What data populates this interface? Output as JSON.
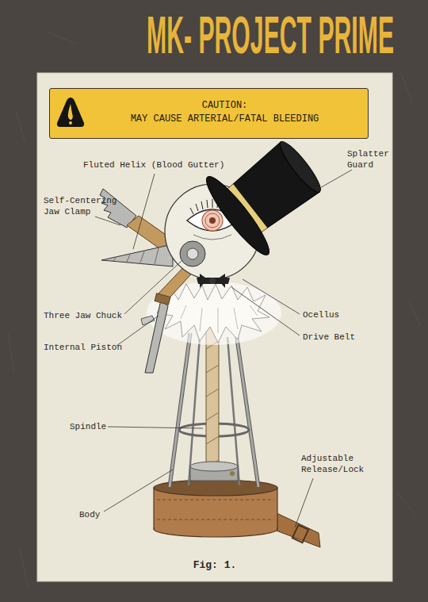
{
  "diagram": {
    "title": "MK- PROJECT PRIME",
    "caption": "Fig: 1.",
    "nodes": [
      {
        "text": [
          "CAUTION:",
          "MAY CAUSE ARTERIAL/FATAL BLEEDING"
        ]
      }
    ],
    "labels": [
      "Fluted Helix (Blood Gutter)",
      "Splatter Guard",
      "Self-Centering Jaw Clamp",
      "Three Jaw Chuck",
      "Internal Piston",
      "Ocellus",
      "Drive Belt",
      "Spindle",
      "Adjustable Release/Lock",
      "Body"
    ]
  }
}
